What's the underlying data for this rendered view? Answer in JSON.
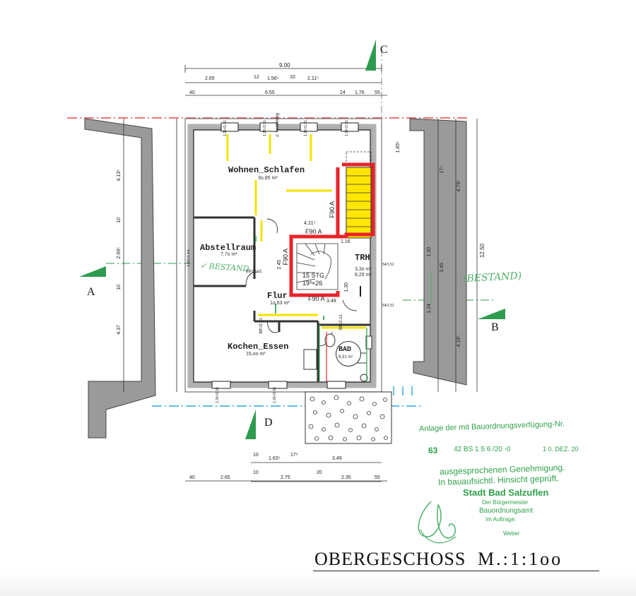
{
  "rooms": {
    "wohnen": {
      "name": "Wohnen_Schlafen",
      "area": "3o,85 m²"
    },
    "abstell": {
      "name": "Abstellraum",
      "area": "7,7o m²"
    },
    "flur": {
      "name": "Flur",
      "area": "1o,63 m²"
    },
    "trh": {
      "name": "TRH",
      "area": "3,3o m²",
      "area2": "8,29 m²"
    },
    "kochen": {
      "name": "Kochen_Essen",
      "area": "15,oo m²"
    },
    "bad": {
      "name": "BAD",
      "area": "6,31 m²"
    }
  },
  "stair": {
    "steps": "15 STG",
    "size": "19³×26",
    "fire1": "F90 A",
    "fire2": "F90 A",
    "fire3": "F90 A",
    "fire4": "F90 A"
  },
  "dims": {
    "top_total": "9.00",
    "top_row2": [
      "2.65",
      "12",
      "1.56⁵",
      "10",
      "2.11⁵"
    ],
    "top_row3": [
      "40",
      "6.55",
      "24",
      "1.76",
      "55"
    ],
    "right_total": "12.50",
    "right_col": [
      "1.85⁵",
      "17⁵",
      "4.79⁵",
      "1.20",
      "3.45",
      "1.24",
      "4.19⁵"
    ],
    "left_col": [
      "4.13⁵",
      "10",
      "2.99⁵",
      "10",
      "4.37"
    ],
    "bottom_row1": [
      "10",
      "1.63⁵",
      "17⁶",
      "3.49"
    ],
    "bottom_row2": [
      "10",
      "20"
    ],
    "bottom_row3": [
      "40",
      "2.65",
      "2.75",
      "2.35",
      "55"
    ],
    "inner": [
      "4.21⁵",
      "3.49",
      "1.16",
      "1.30",
      "2.45",
      "88⁵/2.o1",
      "88⁵/2.o1",
      "88⁵/2.o1",
      "1.51/1.51",
      "1.26⁸/1.51",
      "1.26⁸/1.51",
      "1.26⁸/1.51",
      "1.26⁸/1.51",
      "1.26⁸/1.51",
      "1.26⁸/1.51",
      "2. Fluchtweg",
      "54/1.51",
      "54/1.51"
    ]
  },
  "section_markers": [
    "A",
    "B",
    "C",
    "D"
  ],
  "handwriting": {
    "bestand1": "✓ BESTAND",
    "bestand2": "(BESTAND)"
  },
  "stamp": {
    "line1": "Anlage der mit Bauordnungsverfügung-Nr.",
    "number": "63",
    "ref": "42 BS 1 5 6 /20 -0",
    "date": "1 0. DEZ. 20",
    "line3": "ausgesprochenen Genehmigung.",
    "line4": "In bauaufsichtl. Hinsicht geprüft.",
    "city": "Stadt Bad Salzuflen",
    "l6": "Der Bürgermeister",
    "l7": "Bauordnungsamt",
    "l8": "Im Auftrage:",
    "name": "Weber"
  },
  "title": "OBERGESCHOSS",
  "scale": "M.:1:1oo",
  "colors": {
    "fire_wall": "#e8232a",
    "stair": "#ffe600",
    "stamp": "#2fa14a",
    "section_marker": "#2f9b4f",
    "axis": "#e24a4a",
    "axis2": "#2aa6d9"
  }
}
